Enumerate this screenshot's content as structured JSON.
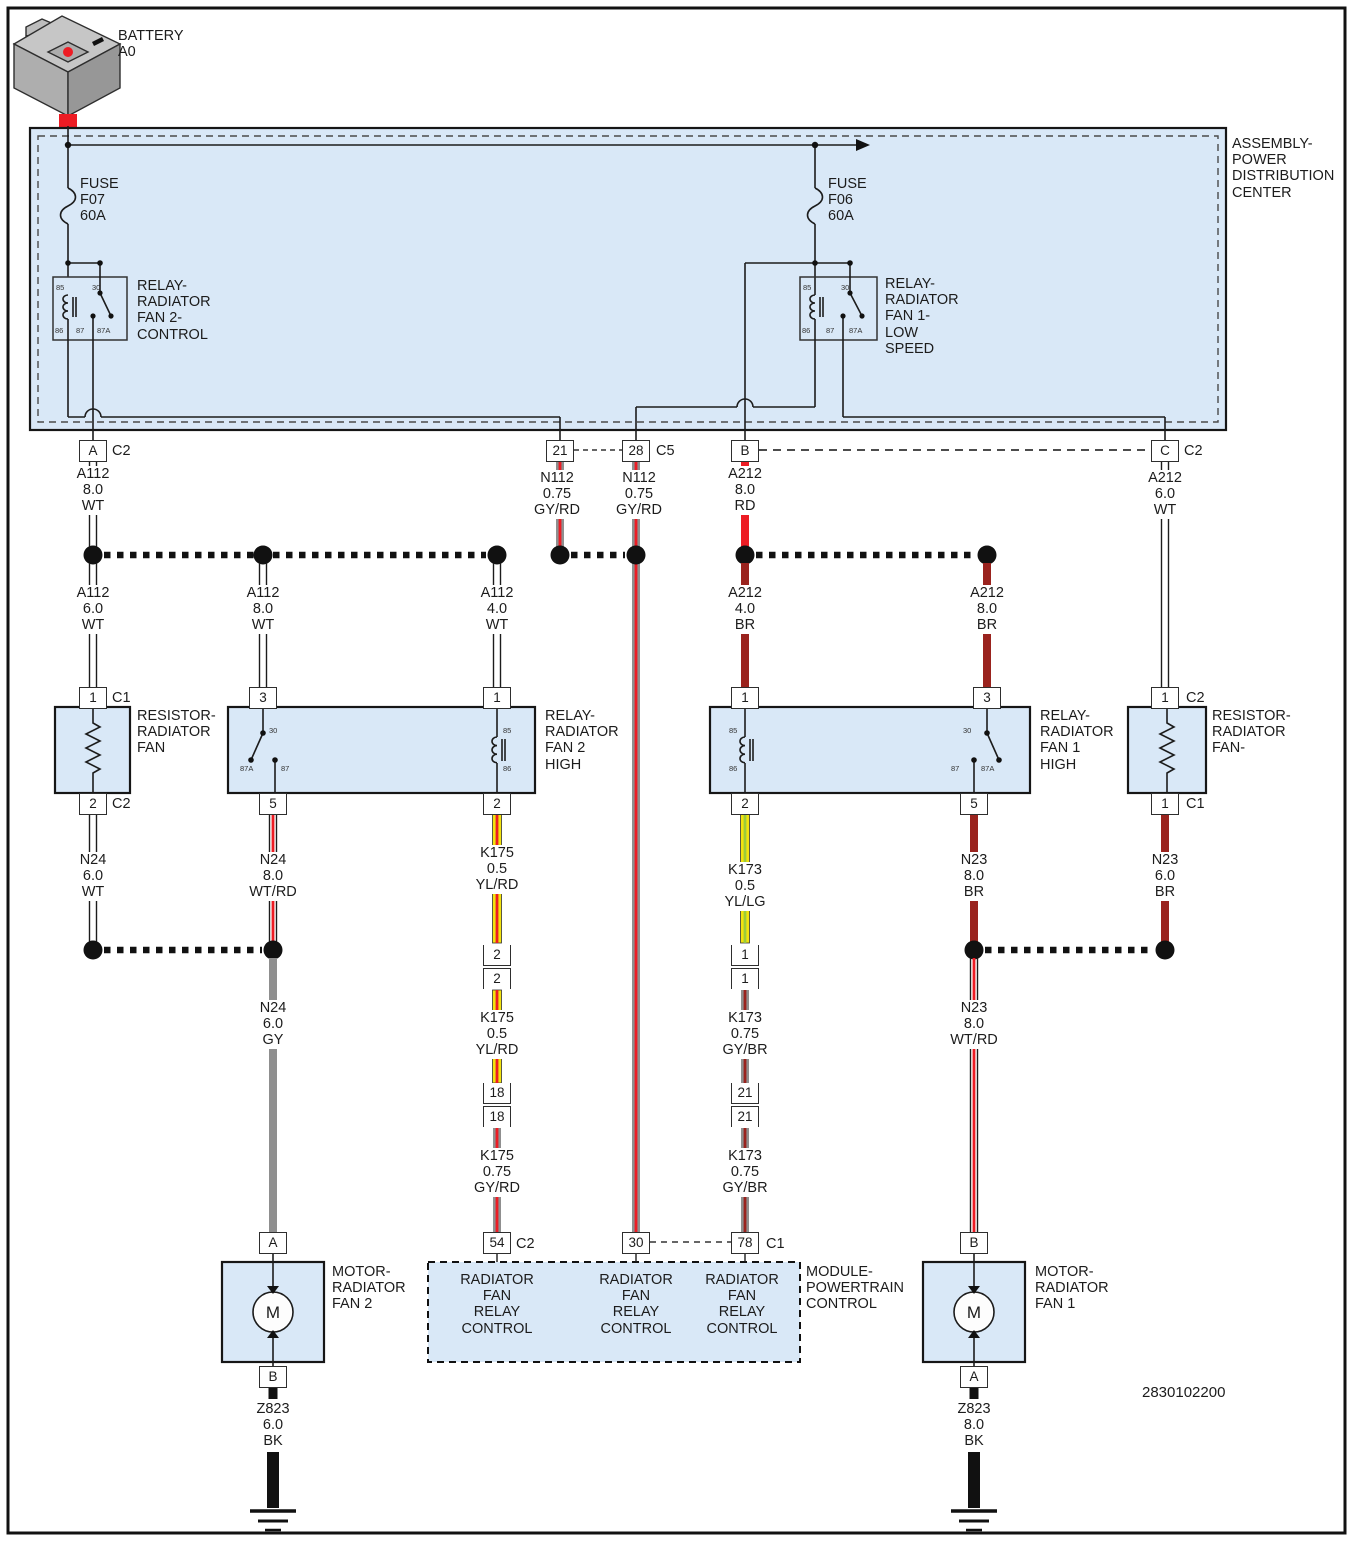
{
  "diagram_number": "2830102200",
  "colors": {
    "red": "#ed1c24",
    "brown": "#9a231e",
    "gray": "#8f8f8f",
    "yellow": "#f2e30e",
    "green": "#9ccb3b",
    "fill_blue": "#d9e8f7"
  },
  "battery": {
    "label": "BATTERY\nA0"
  },
  "pdc": {
    "label": "ASSEMBLY-\nPOWER\nDISTRIBUTION\nCENTER",
    "fuse_f07": "FUSE\nF07\n60A",
    "fuse_f06": "FUSE\nF06\n60A",
    "relay_fan2_control": "RELAY-\nRADIATOR\nFAN 2-\nCONTROL",
    "relay_fan1_low": "RELAY-\nRADIATOR\nFAN 1-\nLOW\nSPEED",
    "connectors": {
      "a": "A",
      "a_conn": "C2",
      "p21": "21",
      "p28": "28",
      "c5": "C5",
      "b": "B",
      "c": "C",
      "c_conn": "C2"
    }
  },
  "relay_pins": {
    "p30": "30",
    "p85": "85",
    "p86": "86",
    "p87": "87",
    "p87a": "87A"
  },
  "components": {
    "resistor_left": {
      "label": "RESISTOR-\nRADIATOR\nFAN",
      "pin_top": "1",
      "pin_top_conn": "C1",
      "pin_bot": "2",
      "pin_bot_conn": "C2"
    },
    "relay_fan2_high": {
      "label": "RELAY-\nRADIATOR\nFAN 2\nHIGH",
      "pin_sw_top": "3",
      "pin_sw_bot": "5",
      "pin_coil_top": "1",
      "pin_coil_bot": "2"
    },
    "relay_fan1_high": {
      "label": "RELAY-\nRADIATOR\nFAN 1\nHIGH",
      "pin_coil_top": "1",
      "pin_coil_bot": "2",
      "pin_sw_top": "3",
      "pin_sw_bot": "5"
    },
    "resistor_right": {
      "label": "RESISTOR-\nRADIATOR\nFAN-",
      "pin_top": "1",
      "pin_top_conn": "C2",
      "pin_bot": "1",
      "pin_bot_conn": "C1"
    },
    "motor_fan2": {
      "label": "MOTOR-\nRADIATOR\nFAN 2",
      "symbol": "M",
      "pin_top": "A",
      "pin_bot": "B"
    },
    "motor_fan1": {
      "label": "MOTOR-\nRADIATOR\nFAN 1",
      "symbol": "M",
      "pin_top": "B",
      "pin_bot": "A"
    },
    "pcm": {
      "label": "MODULE-\nPOWERTRAIN\nCONTROL",
      "fn1": "RADIATOR\nFAN\nRELAY\nCONTROL",
      "fn2": "RADIATOR\nFAN\nRELAY\nCONTROL",
      "fn3": "RADIATOR\nFAN\nRELAY\nCONTROL",
      "pin54": "54",
      "pin54_conn": "C2",
      "pin30": "30",
      "pin78": "78",
      "pin78_conn": "C1"
    }
  },
  "wires": {
    "a112_8_wt": "A112\n8.0\nWT",
    "a112_6_wt": "A112\n6.0\nWT",
    "a112_8_wt_2": "A112\n8.0\nWT",
    "a112_4_wt": "A112\n4.0\nWT",
    "n112_gyrd_1": "N112\n0.75\nGY/RD",
    "n112_gyrd_2": "N112\n0.75\nGY/RD",
    "a212_8_rd": "A212\n8.0\nRD",
    "a212_4_br": "A212\n4.0\nBR",
    "a212_8_br": "A212\n8.0\nBR",
    "a212_6_wt": "A212\n6.0\nWT",
    "n24_6_wt": "N24\n6.0\nWT",
    "n24_8_wtrd": "N24\n8.0\nWT/RD",
    "n24_6_gy": "N24\n6.0\nGY",
    "k175_05_ylrd_1": "K175\n0.5\nYL/RD",
    "k175_05_ylrd_2": "K175\n0.5\nYL/RD",
    "k175_075_gyrd": "K175\n0.75\nGY/RD",
    "k173_05_yllg": "K173\n0.5\nYL/LG",
    "k173_075_gybr_1": "K173\n0.75\nGY/BR",
    "k173_075_gybr_2": "K173\n0.75\nGY/BR",
    "n23_8_br": "N23\n8.0\nBR",
    "n23_6_br": "N23\n6.0\nBR",
    "n23_8_wtrd": "N23\n8.0\nWT/RD",
    "z823_6_bk": "Z823\n6.0\nBK",
    "z823_8_bk": "Z823\n8.0\nBK"
  },
  "inline_connectors": {
    "c2a": "2",
    "c2b": "2",
    "c18a": "18",
    "c18b": "18",
    "c1a": "1",
    "c1b": "1",
    "c21a": "21",
    "c21b": "21"
  }
}
